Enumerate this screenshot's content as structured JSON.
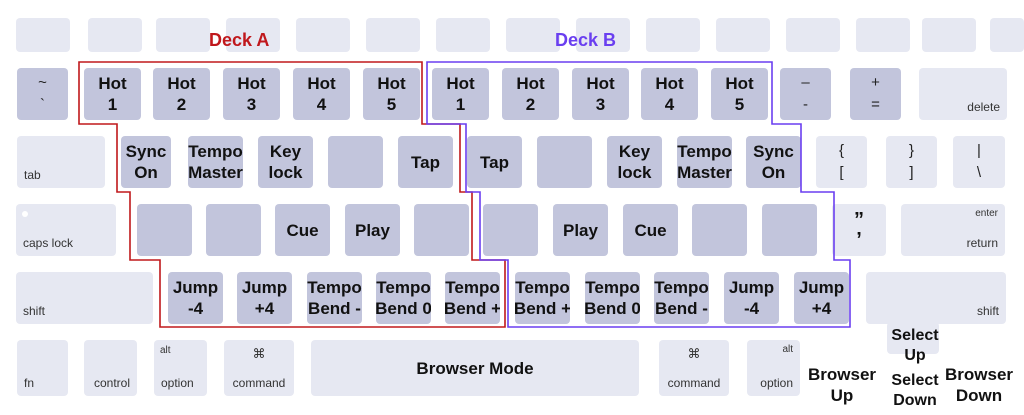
{
  "colors": {
    "deck_a": "#c0181c",
    "deck_b": "#6a3ff0",
    "key_light": "#e6e8f2",
    "key_dark": "#c2c5dc"
  },
  "deck_labels": {
    "a": "Deck A",
    "b": "Deck B"
  },
  "rows": {
    "number": [
      {
        "name": "tilde-key",
        "tone": "dark",
        "sym": [
          "~",
          "`"
        ]
      },
      {
        "name": "deck-a-hot-1",
        "tone": "dark",
        "lines": [
          "Hot",
          "1"
        ]
      },
      {
        "name": "deck-a-hot-2",
        "tone": "dark",
        "lines": [
          "Hot",
          "2"
        ]
      },
      {
        "name": "deck-a-hot-3",
        "tone": "dark",
        "lines": [
          "Hot",
          "3"
        ]
      },
      {
        "name": "deck-a-hot-4",
        "tone": "dark",
        "lines": [
          "Hot",
          "4"
        ]
      },
      {
        "name": "deck-a-hot-5",
        "tone": "dark",
        "lines": [
          "Hot",
          "5"
        ]
      },
      {
        "name": "deck-b-hot-1",
        "tone": "dark",
        "lines": [
          "Hot",
          "1"
        ]
      },
      {
        "name": "deck-b-hot-2",
        "tone": "dark",
        "lines": [
          "Hot",
          "2"
        ]
      },
      {
        "name": "deck-b-hot-3",
        "tone": "dark",
        "lines": [
          "Hot",
          "3"
        ]
      },
      {
        "name": "deck-b-hot-4",
        "tone": "dark",
        "lines": [
          "Hot",
          "4"
        ]
      },
      {
        "name": "deck-b-hot-5",
        "tone": "dark",
        "lines": [
          "Hot",
          "5"
        ]
      },
      {
        "name": "minus-key",
        "tone": "dark",
        "sym": [
          "–",
          "-"
        ]
      },
      {
        "name": "equals-key",
        "tone": "dark",
        "sym": [
          "+",
          "="
        ]
      },
      {
        "name": "delete-key",
        "tone": "light",
        "br": "delete"
      }
    ],
    "tab": [
      {
        "name": "tab-key",
        "tone": "light",
        "bl": "tab"
      },
      {
        "name": "deck-a-sync-on",
        "tone": "dark",
        "lines": [
          "Sync",
          "On"
        ]
      },
      {
        "name": "deck-a-tempo-master",
        "tone": "dark",
        "lines": [
          "Tempo",
          "Master"
        ]
      },
      {
        "name": "deck-a-key-lock",
        "tone": "dark",
        "lines": [
          "Key",
          "lock"
        ]
      },
      {
        "name": "deck-a-blank-t",
        "tone": "dark"
      },
      {
        "name": "deck-a-tap",
        "tone": "dark",
        "lines": [
          "Tap"
        ]
      },
      {
        "name": "deck-b-tap",
        "tone": "dark",
        "lines": [
          "Tap"
        ]
      },
      {
        "name": "deck-b-blank-u",
        "tone": "dark"
      },
      {
        "name": "deck-b-key-lock",
        "tone": "dark",
        "lines": [
          "Key",
          "lock"
        ]
      },
      {
        "name": "deck-b-tempo-master",
        "tone": "dark",
        "lines": [
          "Tempo",
          "Master"
        ]
      },
      {
        "name": "deck-b-sync-on",
        "tone": "dark",
        "lines": [
          "Sync",
          "On"
        ]
      },
      {
        "name": "bracket-left-key",
        "tone": "light",
        "sym": [
          "{",
          "["
        ]
      },
      {
        "name": "bracket-right-key",
        "tone": "light",
        "sym": [
          "}",
          "]"
        ]
      },
      {
        "name": "backslash-key",
        "tone": "light",
        "sym": [
          "|",
          "\\"
        ]
      }
    ],
    "home": [
      {
        "name": "caps-lock-key",
        "tone": "light",
        "bl": "caps lock",
        "dot": true
      },
      {
        "name": "deck-a-blank-a",
        "tone": "dark"
      },
      {
        "name": "deck-a-blank-s",
        "tone": "dark"
      },
      {
        "name": "deck-a-cue",
        "tone": "dark",
        "lines": [
          "Cue"
        ]
      },
      {
        "name": "deck-a-play",
        "tone": "dark",
        "lines": [
          "Play"
        ]
      },
      {
        "name": "deck-a-blank-g",
        "tone": "dark"
      },
      {
        "name": "deck-b-blank-h",
        "tone": "dark"
      },
      {
        "name": "deck-b-play",
        "tone": "dark",
        "lines": [
          "Play"
        ]
      },
      {
        "name": "deck-b-cue",
        "tone": "dark",
        "lines": [
          "Cue"
        ]
      },
      {
        "name": "deck-b-blank-l",
        "tone": "dark"
      },
      {
        "name": "deck-b-blank-semicolon",
        "tone": "dark"
      },
      {
        "name": "quote-key",
        "tone": "light",
        "symbold": [
          "”",
          "’"
        ]
      },
      {
        "name": "enter-key",
        "tone": "light",
        "tr": "enter",
        "br": "return"
      }
    ],
    "shift": [
      {
        "name": "shift-left-key",
        "tone": "light",
        "bl": "shift"
      },
      {
        "name": "deck-a-jump-minus-4",
        "tone": "dark",
        "lines": [
          "Jump",
          "-4"
        ]
      },
      {
        "name": "deck-a-jump-plus-4",
        "tone": "dark",
        "lines": [
          "Jump",
          "+4"
        ]
      },
      {
        "name": "deck-a-tempo-bend-minus",
        "tone": "dark",
        "lines": [
          "Tempo",
          "Bend -"
        ]
      },
      {
        "name": "deck-a-tempo-bend-0",
        "tone": "dark",
        "lines": [
          "Tempo",
          "Bend 0"
        ]
      },
      {
        "name": "deck-a-tempo-bend-plus",
        "tone": "dark",
        "lines": [
          "Tempo",
          "Bend +"
        ]
      },
      {
        "name": "deck-b-tempo-bend-plus",
        "tone": "dark",
        "lines": [
          "Tempo",
          "Bend +"
        ]
      },
      {
        "name": "deck-b-tempo-bend-0",
        "tone": "dark",
        "lines": [
          "Tempo",
          "Bend 0"
        ]
      },
      {
        "name": "deck-b-tempo-bend-minus",
        "tone": "dark",
        "lines": [
          "Tempo",
          "Bend -"
        ]
      },
      {
        "name": "deck-b-jump-minus-4",
        "tone": "dark",
        "lines": [
          "Jump",
          "-4"
        ]
      },
      {
        "name": "deck-b-jump-plus-4",
        "tone": "dark",
        "lines": [
          "Jump",
          "+4"
        ]
      },
      {
        "name": "shift-right-key",
        "tone": "light",
        "br": "shift"
      }
    ],
    "bottom": [
      {
        "name": "fn-key",
        "tone": "light",
        "bl": "fn"
      },
      {
        "name": "control-key",
        "tone": "light",
        "br": "control"
      },
      {
        "name": "option-left-key",
        "tone": "light",
        "tl": "alt",
        "bl": "option"
      },
      {
        "name": "command-left-key",
        "tone": "light",
        "cmdsym": "⌘",
        "cmdlbl": "command"
      },
      {
        "name": "browser-mode-key",
        "tone": "light",
        "lines": [
          "Browser Mode"
        ]
      },
      {
        "name": "command-right-key",
        "tone": "light",
        "cmdsym": "⌘",
        "cmdlbl": "command"
      },
      {
        "name": "option-right-key",
        "tone": "light",
        "tr": "alt",
        "br": "option"
      },
      {
        "name": "browser-up-key",
        "tone": "gone",
        "lines": [
          "Browser",
          "Up"
        ]
      },
      {
        "name": "select-up-key",
        "tone": "light"
      },
      {
        "name": "select-down-key",
        "tone": "gone"
      },
      {
        "name": "browser-down-key",
        "tone": "gone",
        "lines": [
          "Browser",
          "Down"
        ]
      }
    ]
  },
  "function_keys": [
    {
      "name": "esc-key"
    },
    {
      "name": "f1-key"
    },
    {
      "name": "f2-key"
    },
    {
      "name": "f3-key"
    },
    {
      "name": "f4-key"
    },
    {
      "name": "f5-key"
    },
    {
      "name": "f6-key"
    },
    {
      "name": "f7-key"
    },
    {
      "name": "f8-key"
    },
    {
      "name": "f9-key"
    },
    {
      "name": "f10-key"
    },
    {
      "name": "f11-key"
    },
    {
      "name": "f12-key"
    },
    {
      "name": "f13-key"
    },
    {
      "name": "power-key"
    }
  ],
  "extra_labels": {
    "select_up": [
      "Select",
      "Up"
    ],
    "select_down": [
      "Select",
      "Down"
    ]
  }
}
